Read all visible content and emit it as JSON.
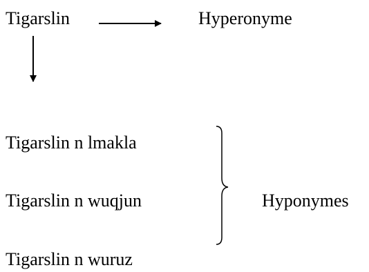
{
  "diagram": {
    "root": "Tigarslin",
    "hypernym_label": "Hyperonyme",
    "hyponyms": [
      "Tigarslin n lmakla",
      "Tigarslin n wuqjun",
      "Tigarslin n wuruz"
    ],
    "hyponym_group_label": "Hyponymes",
    "line_color": "#000000",
    "text_color": "#000000",
    "background": "#ffffff"
  }
}
